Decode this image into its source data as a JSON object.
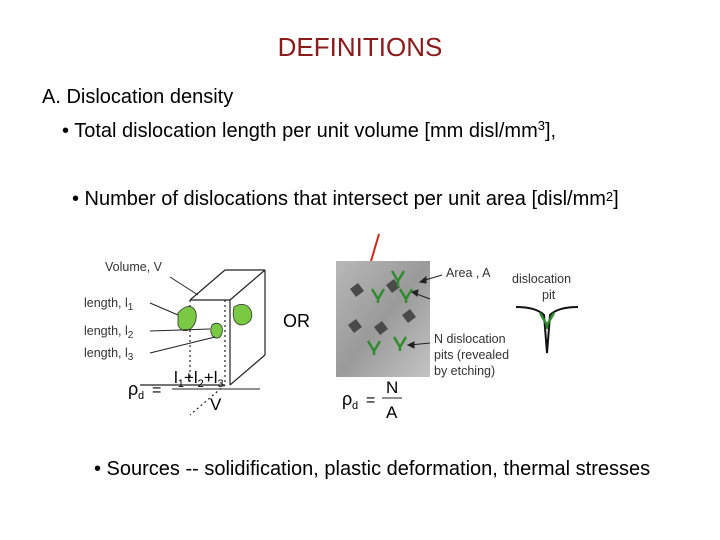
{
  "slide": {
    "title": "DEFINITIONS",
    "section": "A.  Dislocation density",
    "bullet1": {
      "text": "• Total dislocation length per unit volume [mm disl/mm",
      "sup": "3",
      "tail": "],"
    },
    "bullet2": {
      "text": "• Number of dislocations that intersect per unit area [disl/mm",
      "sup": "2",
      "tail": "]"
    },
    "bullet3": "• Sources  -- solidification, plastic deformation, thermal stresses",
    "or_label": "OR"
  },
  "cube_figure": {
    "volume_label": "Volume, V",
    "length_labels": [
      "length, l",
      "length, l",
      "length, l"
    ],
    "length_subscripts": [
      "1",
      "2",
      "3"
    ],
    "rho": "ρ",
    "rho_sub": "d",
    "equals": "=",
    "numerator": [
      "l",
      "1",
      "+",
      "l",
      "2",
      "+",
      "l",
      "3"
    ],
    "denominator": "V"
  },
  "pit_figure": {
    "area_label": "Area , A",
    "pit_label_1": "dislocation",
    "pit_label_2": "pit",
    "n_label_1": "N dislocation",
    "n_label_2": "pits (revealed",
    "n_label_3": "by etching)",
    "rho": "ρ",
    "rho_sub": "d",
    "equals": "=",
    "numerator": "N",
    "denominator": "A"
  },
  "colors": {
    "title": "#8b1a1a",
    "dislocation_green": "#7ac943",
    "marker_red": "#d0271b"
  }
}
